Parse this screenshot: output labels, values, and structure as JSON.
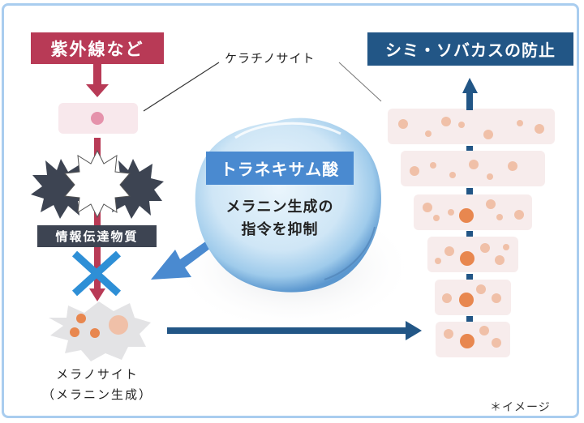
{
  "labels": {
    "uv": "紫外線など",
    "keratinocyte": "ケラチノサイト",
    "prevention": "シミ・ソバカスの防止",
    "tranexamic_acid": "トラネキサム酸",
    "suppression_line1": "メラニン生成の",
    "suppression_line2": "指令を抑制",
    "messenger": "情報伝達物質",
    "melanocyte_line1": "メラノサイト",
    "melanocyte_line2": "（メラニン生成）",
    "image_note": "＊イメージ"
  },
  "colors": {
    "uv_red": "#b83a56",
    "prevention_blue": "#225686",
    "tranexamic_blue": "#4a8ad0",
    "messenger_dark": "#3d4452",
    "block_x_blue": "#2e8fd6",
    "melanin_orange": "#e8874f",
    "melanin_light": "#f0c0a8",
    "skin_layer": "#f7ecec",
    "frame_border": "#a9cdef"
  },
  "skin_layers": [
    {
      "label": "top",
      "large_spot": false
    },
    {
      "label": "layer-2",
      "large_spot": false
    },
    {
      "label": "layer-3",
      "large_spot": true
    },
    {
      "label": "layer-4",
      "large_spot": true
    },
    {
      "label": "layer-5",
      "large_spot": true
    },
    {
      "label": "bottom",
      "large_spot": true
    }
  ]
}
